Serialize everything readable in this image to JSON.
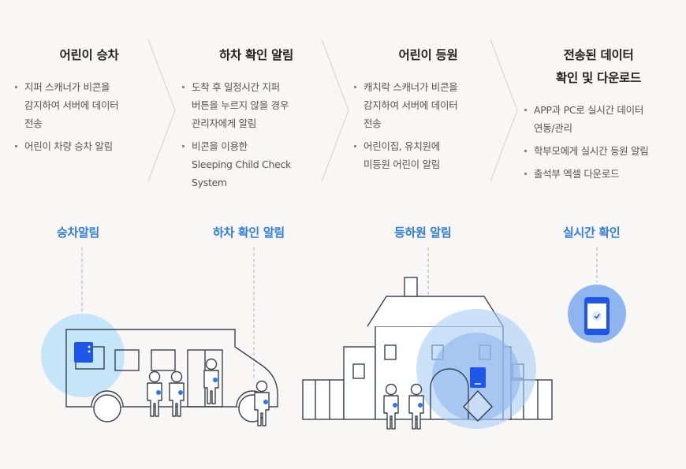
{
  "steps": [
    {
      "title_lines": [
        "어린이 승차"
      ],
      "bullets": [
        [
          "지퍼 스캐너가 비콘을",
          "감지하여 서버에 데이터",
          "전송"
        ],
        [
          "어린이 차량 승차 알림"
        ]
      ]
    },
    {
      "title_lines": [
        "하차 확인 알림"
      ],
      "bullets": [
        [
          "도착 후 일정시간 지퍼",
          "버튼을 누르지 않을 경우",
          "관리자에게 알림"
        ],
        [
          "비콘을 이용한",
          "Sleeping Child Check",
          "System"
        ]
      ]
    },
    {
      "title_lines": [
        "어린이 등원"
      ],
      "bullets": [
        [
          "캐치락 스캐너가 비콘을",
          "감지하여 서버에 데이터",
          "전송"
        ],
        [
          "어린이집, 유치원에",
          "미등원 어린이 알림"
        ]
      ]
    },
    {
      "title_lines": [
        "전송된 데이터",
        "확인 및 다운로드"
      ],
      "bullets": [
        [
          "APP과 PC로 실시간 데이터",
          "연동/관리"
        ],
        [
          "학부모에게 실시간 등원 알림"
        ],
        [
          "출석부 엑셀 다운로드"
        ]
      ]
    }
  ],
  "labels": [
    "승차알림",
    "하차 확인 알림",
    "등하원 알림",
    "실시간 확인"
  ],
  "icons": {
    "arrow": "chevron-right-icon",
    "bus": "bus-icon",
    "school": "school-building-icon",
    "phone": "smartphone-icon",
    "scanner": "scanner-device-icon",
    "child": "child-icon",
    "beacon": "beacon-dot-icon"
  },
  "colors": {
    "accent_text": "#2f7de1",
    "device": "#1e56e8",
    "halo_light": "#bfe3f8",
    "halo_mid": "#a9cdf4",
    "halo_dark": "#8fb5f0",
    "line": "#3a4250",
    "beacon": "#2a78f0"
  }
}
